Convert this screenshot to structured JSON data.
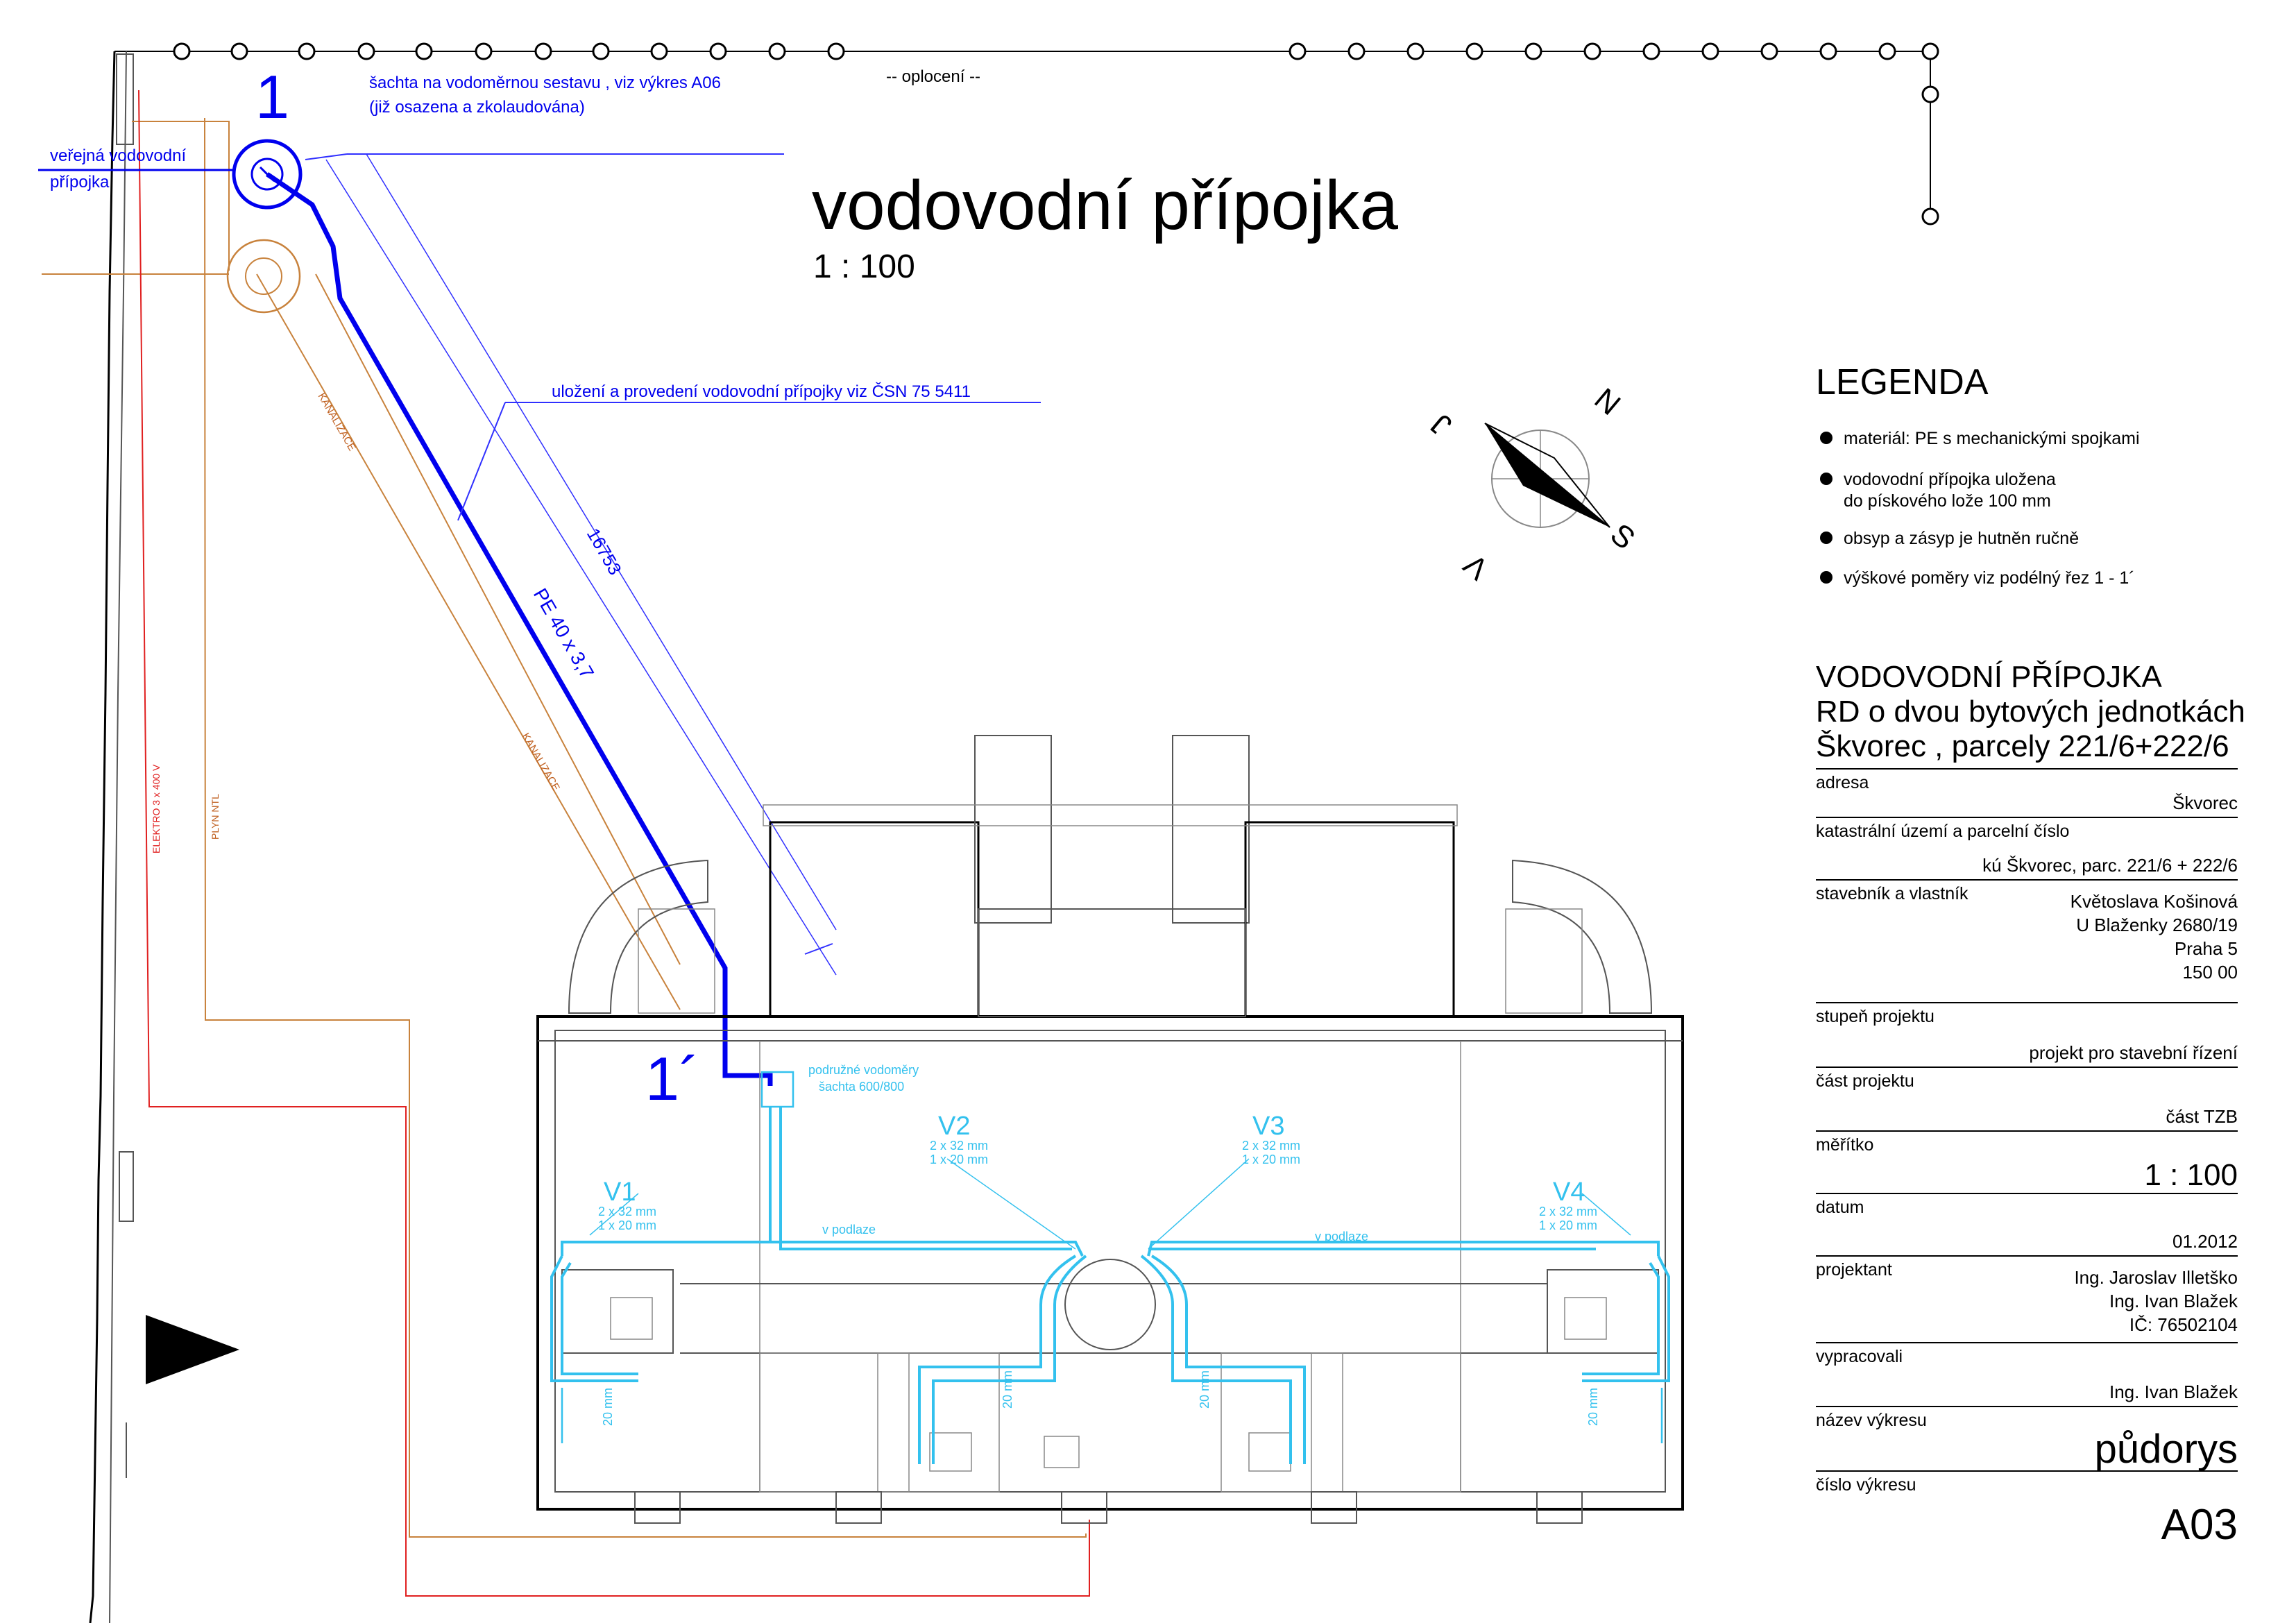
{
  "drawing": {
    "title": "vodovodní přípojka",
    "scale": "1 : 100",
    "fence_label": "-- oplocení --",
    "point_start": "1",
    "point_end": "1´",
    "notes": {
      "shaft_line1": "šachta na vodoměrnou sestavu , viz výkres A06",
      "shaft_line2": "(již osazena a zkolaudována)",
      "public_line1": "veřejná vodovodní",
      "public_line2": "přípojka",
      "laying": "uložení a provedení vodovodní přípojky viz ČSN 75 5411",
      "dimension": "16753",
      "pipe": "PE 40 x 3,7",
      "sub_meters_line1": "podružné vodoměry",
      "sub_meters_line2": "šachta 600/800"
    },
    "utilities": {
      "sewer_1": "KANALIZACE",
      "sewer_2": "KANALIZACE",
      "electro": "ELEKTRO 3 x 400 V",
      "gas": "PLYN NTL"
    },
    "branches": [
      {
        "name": "V1",
        "line1": "2 x 32 mm",
        "line2": "1 x 20 mm"
      },
      {
        "name": "V2",
        "line1": "2 x 32 mm",
        "line2": "1 x 20 mm"
      },
      {
        "name": "V3",
        "line1": "2 x 32 mm",
        "line2": "1 x 20 mm"
      },
      {
        "name": "V4",
        "line1": "2 x 32 mm",
        "line2": "1 x 20 mm"
      }
    ],
    "floor_note": "v podlaze",
    "pipe_20": "20 mm",
    "compass": {
      "n": "N",
      "s": "S",
      "j": "J",
      "v": "V"
    },
    "colors": {
      "main_pipe": "#0000ee",
      "indoor_pipe": "#33c1ee",
      "sewer": "#c8823c",
      "electro": "#e02020"
    }
  },
  "legend": {
    "heading": "LEGENDA",
    "items": [
      {
        "line1": "materiál:  PE s mechanickými spojkami",
        "line2": ""
      },
      {
        "line1": "vodovodní přípojka uložena",
        "line2": "do pískového lože 100 mm"
      },
      {
        "line1": "obsyp a zásyp je hutněn ručně",
        "line2": ""
      },
      {
        "line1": "výškové poměry viz podélný řez 1 - 1´",
        "line2": ""
      }
    ]
  },
  "title_block": {
    "heading1": "VODOVODNÍ PŘÍPOJKA",
    "heading2": "RD o dvou bytových jednotkách",
    "heading3": "Škvorec , parcely  221/6+222/6",
    "rows": [
      {
        "label": "adresa",
        "values": [
          "Škvorec"
        ]
      },
      {
        "label": "katastrální území a parcelní číslo",
        "values": [
          "kú Škvorec, parc. 221/6 + 222/6"
        ]
      },
      {
        "label": "stavebník a vlastník",
        "values": [
          "Květoslava Košinová",
          "U Blaženky 2680/19",
          "Praha 5",
          "150 00"
        ]
      },
      {
        "label": "stupeň projektu",
        "values": [
          "projekt pro stavební řízení"
        ]
      },
      {
        "label": "část projektu",
        "values": [
          "část TZB"
        ]
      },
      {
        "label": "měřítko",
        "values": [
          "1 : 100"
        ]
      },
      {
        "label": "datum",
        "values": [
          "01.2012"
        ]
      },
      {
        "label": "projektant",
        "values": [
          "Ing. Jaroslav Illetško",
          "Ing. Ivan Blažek",
          "IČ: 76502104"
        ]
      },
      {
        "label": "vypracovali",
        "values": [
          "Ing. Ivan Blažek"
        ]
      },
      {
        "label": "název výkresu",
        "values": [
          "půdorys"
        ]
      },
      {
        "label": "číslo výkresu",
        "values": [
          "A03"
        ]
      }
    ]
  }
}
